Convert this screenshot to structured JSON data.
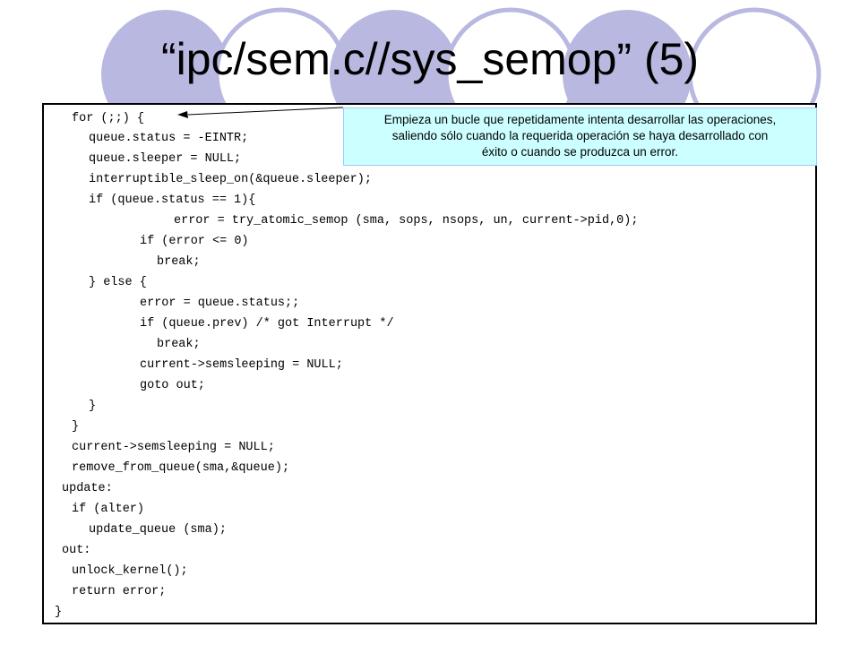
{
  "slide": {
    "title": "“ipc/sem.c//sys_semop” (5)",
    "code_lines": [
      "for (;;) {",
      "queue.status = -EINTR;",
      "queue.sleeper = NULL;",
      "interruptible_sleep_on(&queue.sleeper);",
      "if (queue.status == 1){",
      "error = try_atomic_semop (sma, sops, nsops, un, current->pid,0);",
      "if (error <= 0)",
      "break;",
      "} else {",
      "error = queue.status;;",
      "if (queue.prev) /* got Interrupt */",
      "break;",
      "current->semsleeping = NULL;",
      "goto out;",
      "}",
      "}",
      "current->semsleeping = NULL;",
      "remove_from_queue(sma,&queue);",
      "update:",
      "if (alter)",
      "update_queue (sma);",
      "out:",
      "unlock_kernel();",
      "return error;",
      "}"
    ],
    "callout_lines": [
      "Empieza un bucle que repetidamente intenta desarrollar las operaciones,",
      "saliendo sólo cuando la requerida operación se haya desarrollado con",
      "éxito o cuando se produzca un error."
    ],
    "colors": {
      "circle_fill": "#b8b8e0",
      "circle_stroke": "#b8b8e0",
      "callout_fill": "#ccffff",
      "callout_border": "#99ccff"
    }
  }
}
